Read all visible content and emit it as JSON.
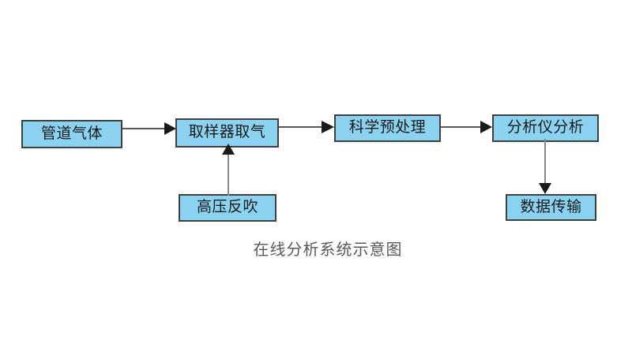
{
  "diagram": {
    "title_caption": "在线分析系统示意图",
    "colors": {
      "node_fill": "#8ad2ef",
      "node_border": "#3f3f3f",
      "connector": "#595959",
      "caption_text": "#595959",
      "background": "#ffffff"
    },
    "nodes": [
      {
        "id": "pipeline-gas",
        "label": "管道气体"
      },
      {
        "id": "sampler-intake",
        "label": "取样器取气"
      },
      {
        "id": "pretreatment",
        "label": "科学预处理"
      },
      {
        "id": "analyzer",
        "label": "分析仪分析"
      },
      {
        "id": "backblow",
        "label": "高压反吹"
      },
      {
        "id": "data-transmit",
        "label": "数据传输"
      }
    ],
    "connectors": [
      {
        "id": "gas-to-sampler",
        "from": "pipeline-gas",
        "to": "sampler-intake",
        "direction": "right",
        "label": ""
      },
      {
        "id": "sampler-to-pre",
        "from": "sampler-intake",
        "to": "pretreatment",
        "direction": "right",
        "label": ""
      },
      {
        "id": "pre-to-analyzer",
        "from": "pretreatment",
        "to": "analyzer",
        "direction": "right",
        "label": ""
      },
      {
        "id": "backblow-to-samp",
        "from": "backblow",
        "to": "sampler-intake",
        "direction": "up",
        "label": ""
      },
      {
        "id": "analyzer-to-data",
        "from": "analyzer",
        "to": "data-transmit",
        "direction": "down",
        "label": ""
      }
    ]
  }
}
